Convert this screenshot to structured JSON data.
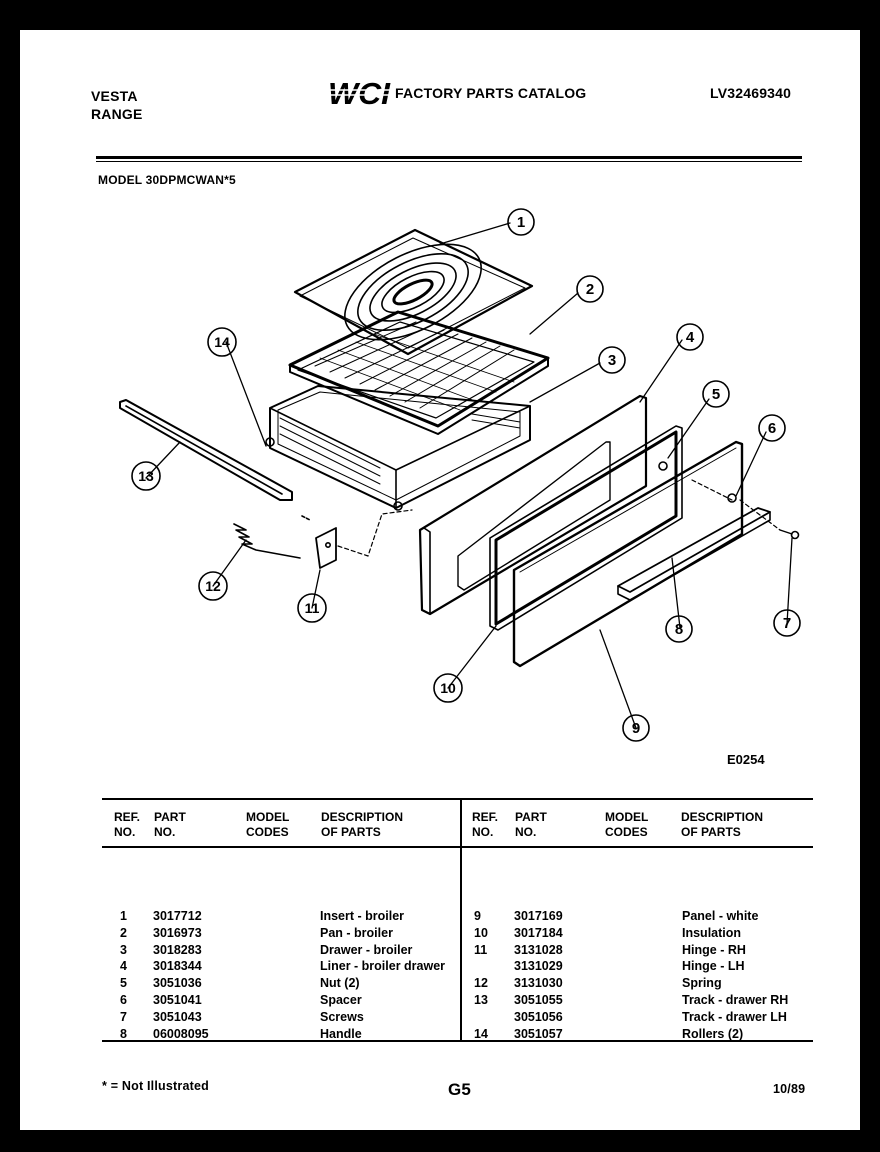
{
  "header": {
    "brand_line1": "VESTA",
    "brand_line2": "RANGE",
    "logo_text": "WCI",
    "catalog_title": "FACTORY PARTS CATALOG",
    "catalog_id": "LV32469340"
  },
  "model_line": "MODEL 30DPMCWAN*5",
  "diagram": {
    "code": "E0254",
    "callouts": [
      "1",
      "2",
      "3",
      "4",
      "5",
      "6",
      "7",
      "8",
      "9",
      "10",
      "11",
      "12",
      "13",
      "14"
    ]
  },
  "table": {
    "headers": {
      "ref": [
        "REF.",
        "NO."
      ],
      "part": [
        "PART",
        "NO."
      ],
      "model": [
        "MODEL",
        "CODES"
      ],
      "desc": [
        "DESCRIPTION",
        "OF PARTS"
      ]
    },
    "left_rows": [
      {
        "ref": "1",
        "part": "3017712",
        "code": "",
        "desc": "Insert - broiler"
      },
      {
        "ref": "2",
        "part": "3016973",
        "code": "",
        "desc": "Pan - broiler"
      },
      {
        "ref": "3",
        "part": "3018283",
        "code": "",
        "desc": "Drawer - broiler"
      },
      {
        "ref": "4",
        "part": "3018344",
        "code": "",
        "desc": "Liner - broiler drawer"
      },
      {
        "ref": "5",
        "part": "3051036",
        "code": "",
        "desc": "Nut (2)"
      },
      {
        "ref": "6",
        "part": "3051041",
        "code": "",
        "desc": "Spacer"
      },
      {
        "ref": "7",
        "part": "3051043",
        "code": "",
        "desc": "Screws"
      },
      {
        "ref": "8",
        "part": "06008095",
        "code": "",
        "desc": "Handle"
      }
    ],
    "right_rows": [
      {
        "ref": "9",
        "part": "3017169",
        "code": "",
        "desc": "Panel - white"
      },
      {
        "ref": "10",
        "part": "3017184",
        "code": "",
        "desc": "Insulation"
      },
      {
        "ref": "11",
        "part": "3131028",
        "code": "",
        "desc": "Hinge - RH"
      },
      {
        "ref": "",
        "part": "3131029",
        "code": "",
        "desc": "Hinge - LH"
      },
      {
        "ref": "12",
        "part": "3131030",
        "code": "",
        "desc": "Spring"
      },
      {
        "ref": "13",
        "part": "3051055",
        "code": "",
        "desc": "Track - drawer RH"
      },
      {
        "ref": "",
        "part": "3051056",
        "code": "",
        "desc": "Track - drawer LH"
      },
      {
        "ref": "14",
        "part": "3051057",
        "code": "",
        "desc": "Rollers (2)"
      }
    ]
  },
  "footer": {
    "note": "* = Not Illustrated",
    "page_code": "G5",
    "date": "10/89"
  }
}
